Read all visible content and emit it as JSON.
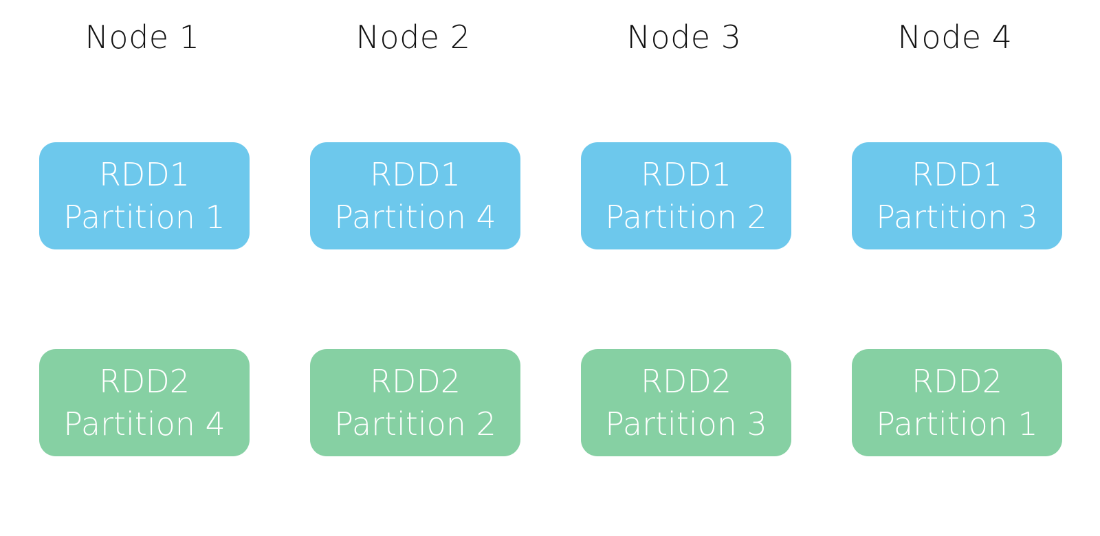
{
  "colors": {
    "rdd1": "#6DC8EC",
    "rdd2": "#86D0A3",
    "text_on_box": "#ffffff",
    "node_title": "#111111"
  },
  "nodes": [
    {
      "title": "Node 1",
      "rdd1": {
        "rdd": "RDD1",
        "partition": "Partition 1"
      },
      "rdd2": {
        "rdd": "RDD2",
        "partition": "Partition 4"
      }
    },
    {
      "title": "Node 2",
      "rdd1": {
        "rdd": "RDD1",
        "partition": "Partition 4"
      },
      "rdd2": {
        "rdd": "RDD2",
        "partition": "Partition 2"
      }
    },
    {
      "title": "Node 3",
      "rdd1": {
        "rdd": "RDD1",
        "partition": "Partition 2"
      },
      "rdd2": {
        "rdd": "RDD2",
        "partition": "Partition 3"
      }
    },
    {
      "title": "Node 4",
      "rdd1": {
        "rdd": "RDD1",
        "partition": "Partition 3"
      },
      "rdd2": {
        "rdd": "RDD2",
        "partition": "Partition 1"
      }
    }
  ]
}
